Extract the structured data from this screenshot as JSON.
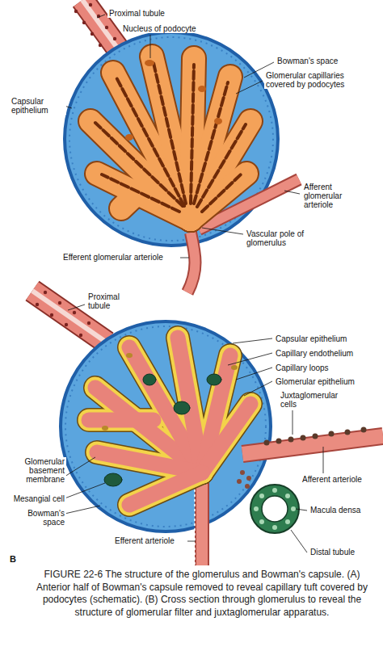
{
  "diagram": {
    "caption": "FIGURE 22-6 The structure of the glomerulus and Bowman's capsule. (A) Anterior half of Bowman's capsule removed to reveal capillary tuft covered by podocytes (schematic). (B) Cross section through glomerulus to reveal the structure of glomerular filter and juxtaglomerular apparatus.",
    "labels": [
      "Proximal tubule",
      "Nucleus of podocyte",
      "Bowman's space",
      "Glomerular capillaries covered by podocytes",
      "Capsular epithelium",
      "Afferent glomerular arteriole",
      "Vascular pole of glomerulus",
      "Efferent glomerular arteriole",
      "Proximal tubule",
      "Capsular epithelium",
      "Capillary endothelium",
      "Capillary loops",
      "Glomerular epithelium",
      "Juxtaglomerular cells",
      "Glomerular basement membrane",
      "Afferent arteriole",
      "Mesangial cell",
      "Macula densa",
      "Bowman's space",
      "Efferent arteriole",
      "Distal tubule",
      "B"
    ]
  }
}
